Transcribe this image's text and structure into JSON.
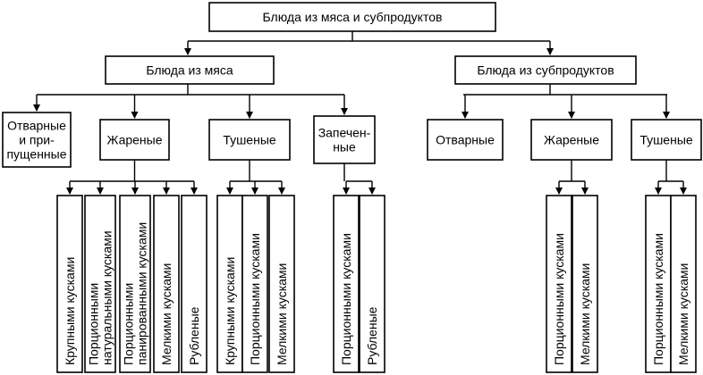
{
  "root": "Блюда из мяса и субпродуктов",
  "meat": {
    "title": "Блюда из мяса",
    "categories": [
      {
        "label": [
          "Отварные",
          "и при-",
          "пущенные"
        ],
        "leaves": []
      },
      {
        "label": [
          "Жареные"
        ],
        "leaves": [
          [
            "Крупными кусками"
          ],
          [
            "Порционными",
            "натуральными кусками"
          ],
          [
            "Порционными",
            "панированными кусками"
          ],
          [
            "Мелкими кусками"
          ],
          [
            "Рубленые"
          ]
        ]
      },
      {
        "label": [
          "Тушеные"
        ],
        "leaves": [
          [
            "Крупными кусками"
          ],
          [
            "Порционными кусками"
          ],
          [
            "Мелкими кусками"
          ]
        ]
      },
      {
        "label": [
          "Запечен-",
          "ные"
        ],
        "leaves": [
          [
            "Порционными кусками"
          ],
          [
            "Рубленые"
          ]
        ]
      }
    ]
  },
  "offal": {
    "title": "Блюда из субпродуктов",
    "categories": [
      {
        "label": [
          "Отварные"
        ],
        "leaves": []
      },
      {
        "label": [
          "Жареные"
        ],
        "leaves": [
          [
            "Порционными кусками"
          ],
          [
            "Мелкими кусками"
          ]
        ]
      },
      {
        "label": [
          "Тушеные"
        ],
        "leaves": [
          [
            "Порционными кусками"
          ],
          [
            "Мелкими кусками"
          ]
        ]
      }
    ]
  }
}
